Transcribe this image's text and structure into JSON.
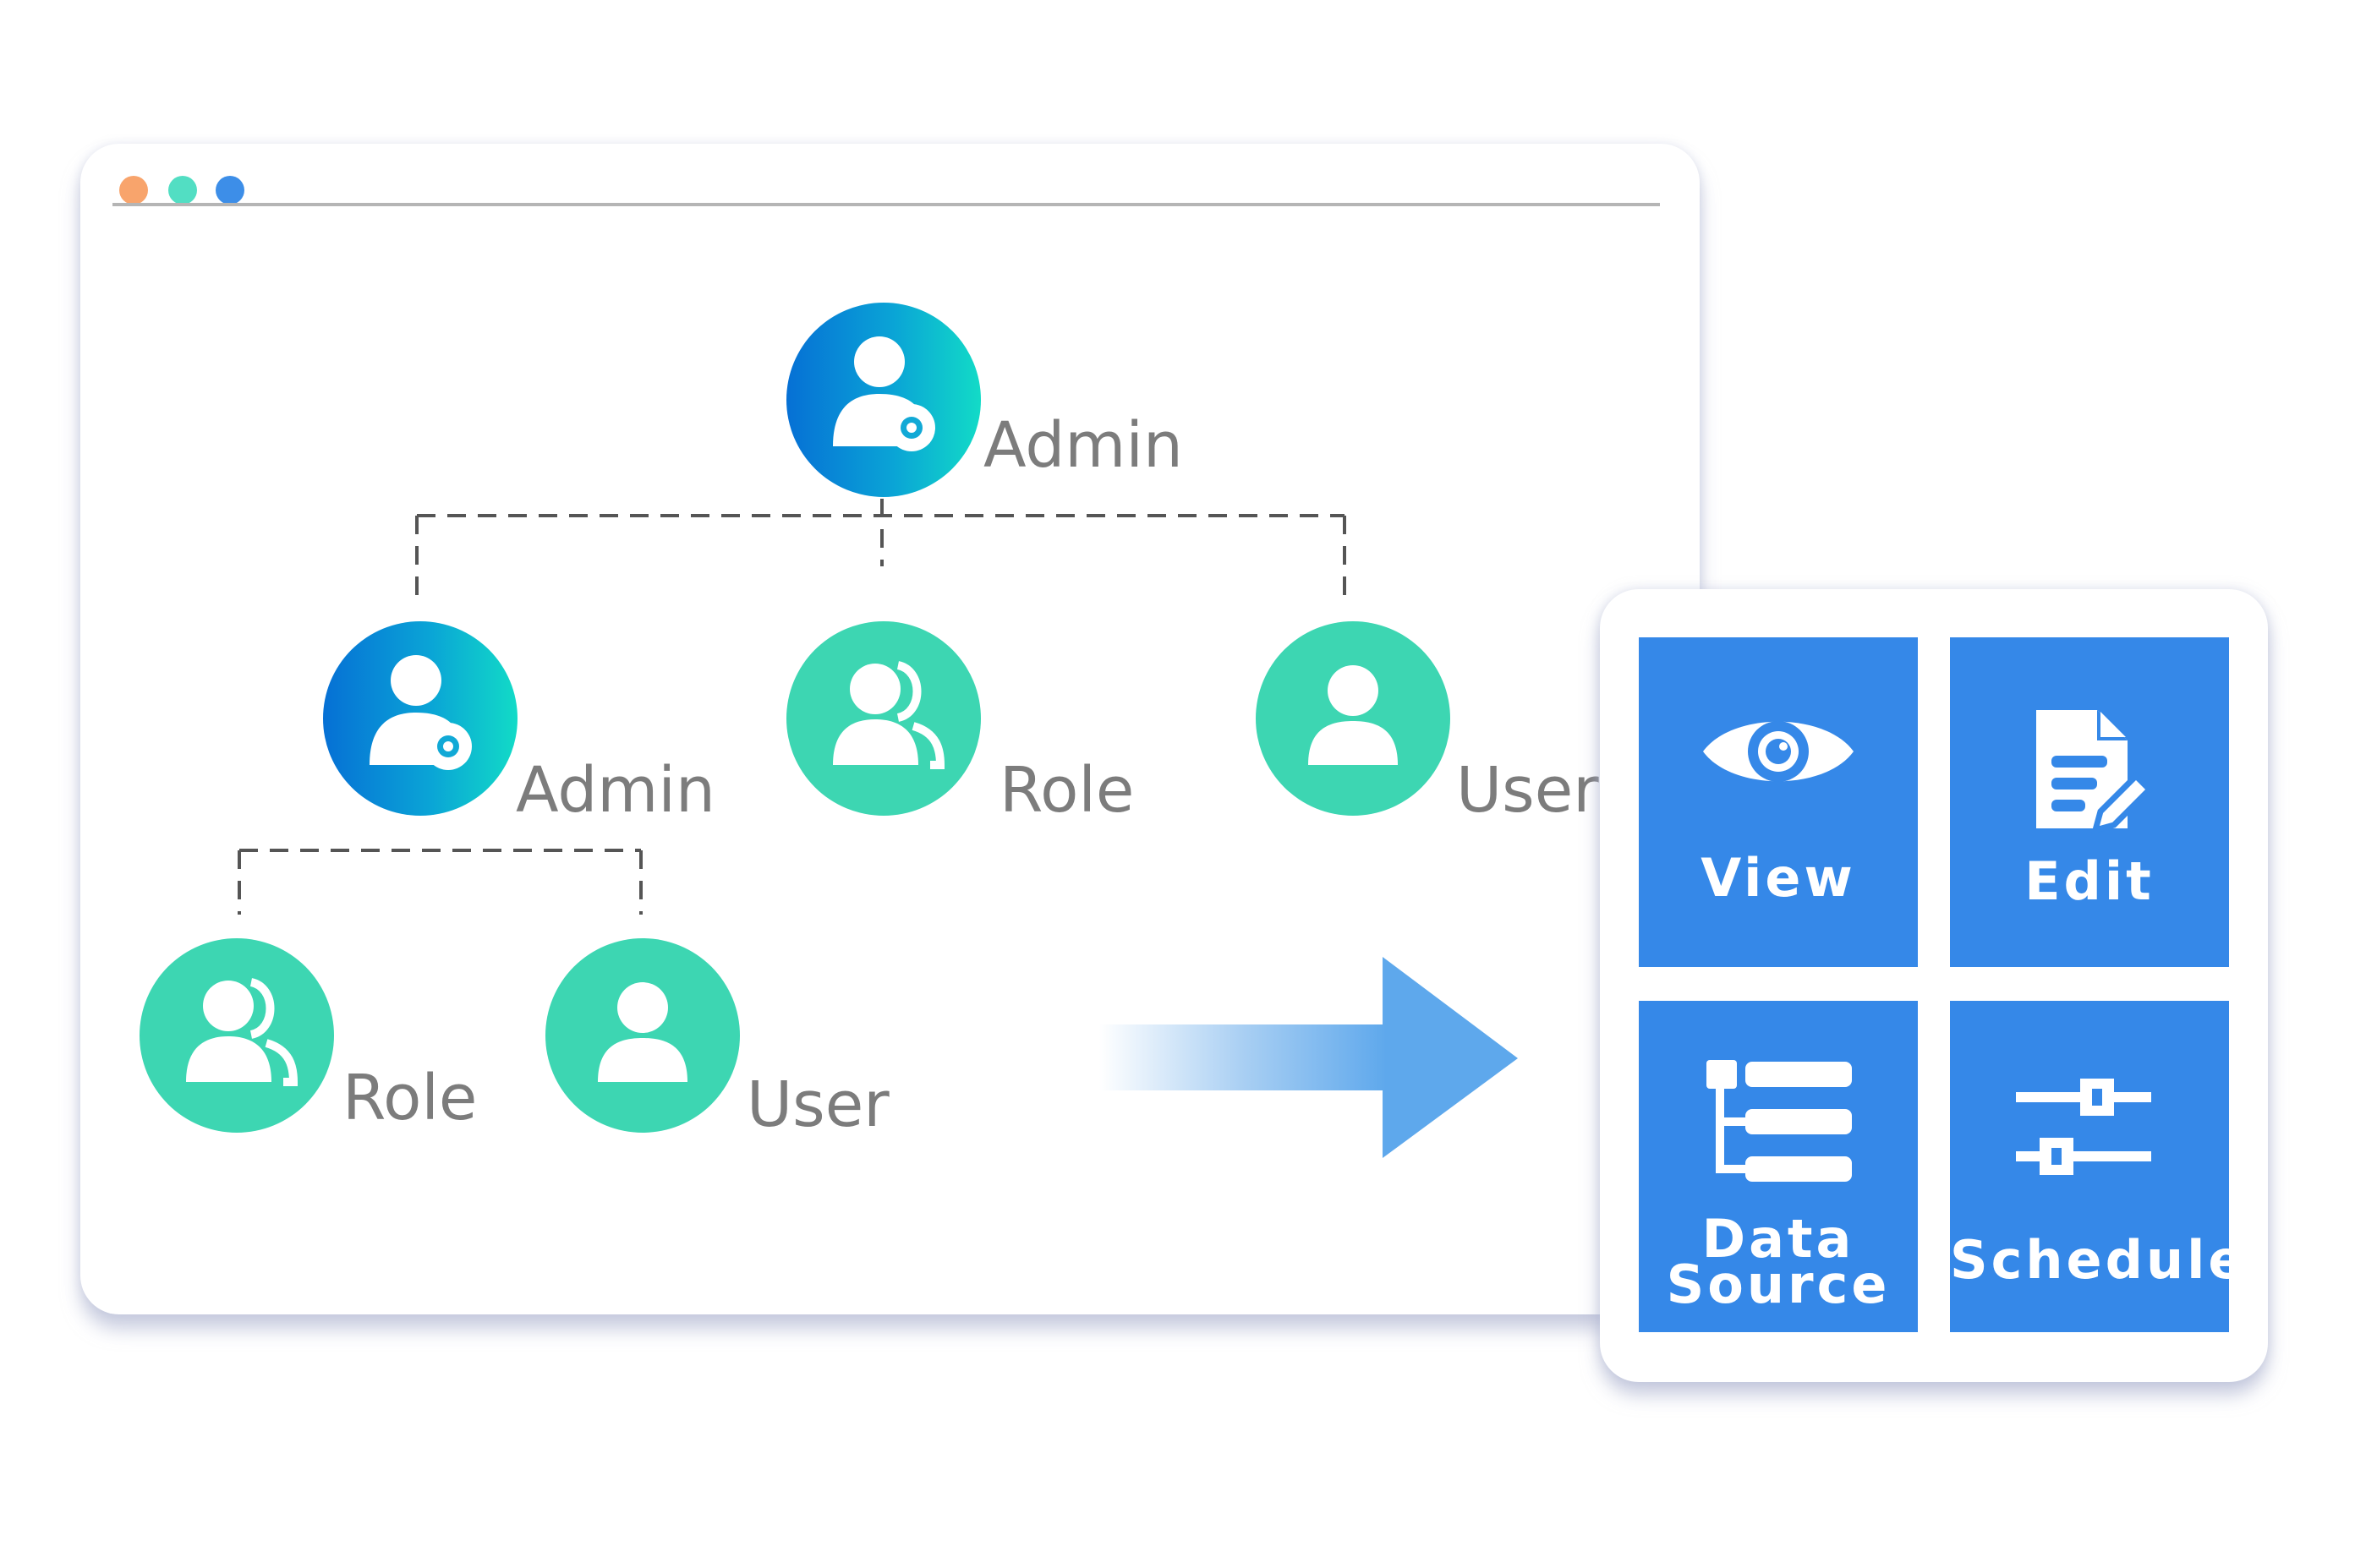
{
  "window": {
    "dots": [
      {
        "name": "window-dot-orange",
        "color": "#f8a46c"
      },
      {
        "name": "window-dot-teal",
        "color": "#52dec3"
      },
      {
        "name": "window-dot-blue",
        "color": "#3d8ee8"
      }
    ]
  },
  "tree": {
    "nodes": {
      "root_admin": {
        "label": "Admin",
        "icon": "admin-gear-icon"
      },
      "admin": {
        "label": "Admin",
        "icon": "admin-gear-icon"
      },
      "role": {
        "label": "Role",
        "icon": "group-icon"
      },
      "user": {
        "label": "User",
        "icon": "user-icon"
      },
      "sub_role": {
        "label": "Role",
        "icon": "group-icon"
      },
      "sub_user": {
        "label": "User",
        "icon": "user-icon"
      }
    }
  },
  "permissions": {
    "tiles": [
      {
        "name": "view",
        "label": "View",
        "icon": "eye-icon"
      },
      {
        "name": "edit",
        "label": "Edit",
        "icon": "document-edit-icon"
      },
      {
        "name": "data_source",
        "label_line1": "Data",
        "label_line2": "Source",
        "icon": "data-tree-icon"
      },
      {
        "name": "schedule",
        "label": "Schedule",
        "icon": "sliders-icon"
      }
    ]
  },
  "colors": {
    "admin_gradient": [
      "#0670d5",
      "#12dbc7"
    ],
    "node_green": "#3dd6b2",
    "tile_blue": "#3588e8",
    "arrow_blue": "#5ea8ec",
    "label_gray": "#7c7c7c"
  }
}
